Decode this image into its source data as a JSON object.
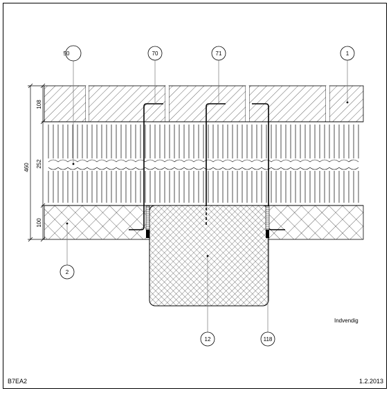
{
  "drawing": {
    "code": "B7EA2",
    "date": "1.2.2013",
    "inside_label": "Indvendig"
  },
  "dimensions": {
    "total": "460",
    "top_layer": "108",
    "middle_layer": "252",
    "bottom_layer": "100"
  },
  "callouts": {
    "c50": "50",
    "c70": "70",
    "c71": "71",
    "c1": "1",
    "c2": "2",
    "c12": "12",
    "c118": "118"
  },
  "colors": {
    "line": "#000000",
    "leader": "#666666"
  }
}
